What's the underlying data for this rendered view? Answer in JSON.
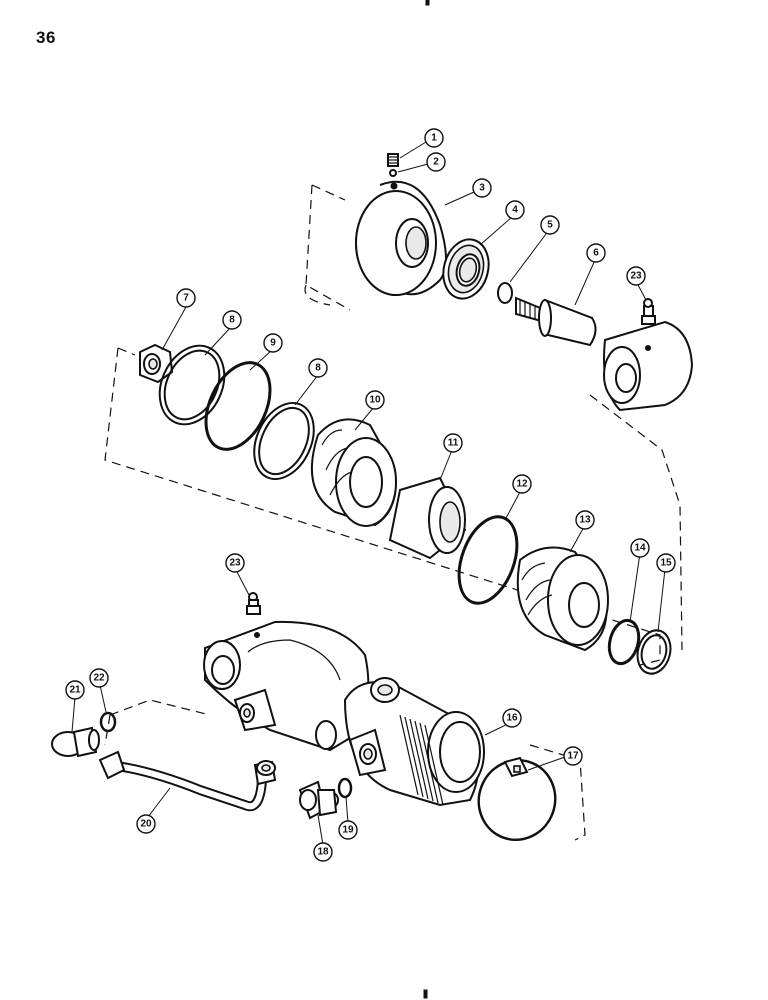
{
  "page": {
    "number": "36"
  },
  "callouts": [
    {
      "id": "c1",
      "label": "1"
    },
    {
      "id": "c2",
      "label": "2"
    },
    {
      "id": "c3",
      "label": "3"
    },
    {
      "id": "c4",
      "label": "4"
    },
    {
      "id": "c5",
      "label": "5"
    },
    {
      "id": "c6",
      "label": "6"
    },
    {
      "id": "c23a",
      "label": "23"
    },
    {
      "id": "c7",
      "label": "7"
    },
    {
      "id": "c8a",
      "label": "8"
    },
    {
      "id": "c9",
      "label": "9"
    },
    {
      "id": "c8b",
      "label": "8"
    },
    {
      "id": "c10",
      "label": "10"
    },
    {
      "id": "c11",
      "label": "11"
    },
    {
      "id": "c12",
      "label": "12"
    },
    {
      "id": "c13",
      "label": "13"
    },
    {
      "id": "c14",
      "label": "14"
    },
    {
      "id": "c15",
      "label": "15"
    },
    {
      "id": "c23b",
      "label": "23"
    },
    {
      "id": "c22",
      "label": "22"
    },
    {
      "id": "c21",
      "label": "21"
    },
    {
      "id": "c16",
      "label": "16"
    },
    {
      "id": "c17",
      "label": "17"
    },
    {
      "id": "c20",
      "label": "20"
    },
    {
      "id": "c18",
      "label": "18"
    },
    {
      "id": "c19",
      "label": "19"
    }
  ]
}
